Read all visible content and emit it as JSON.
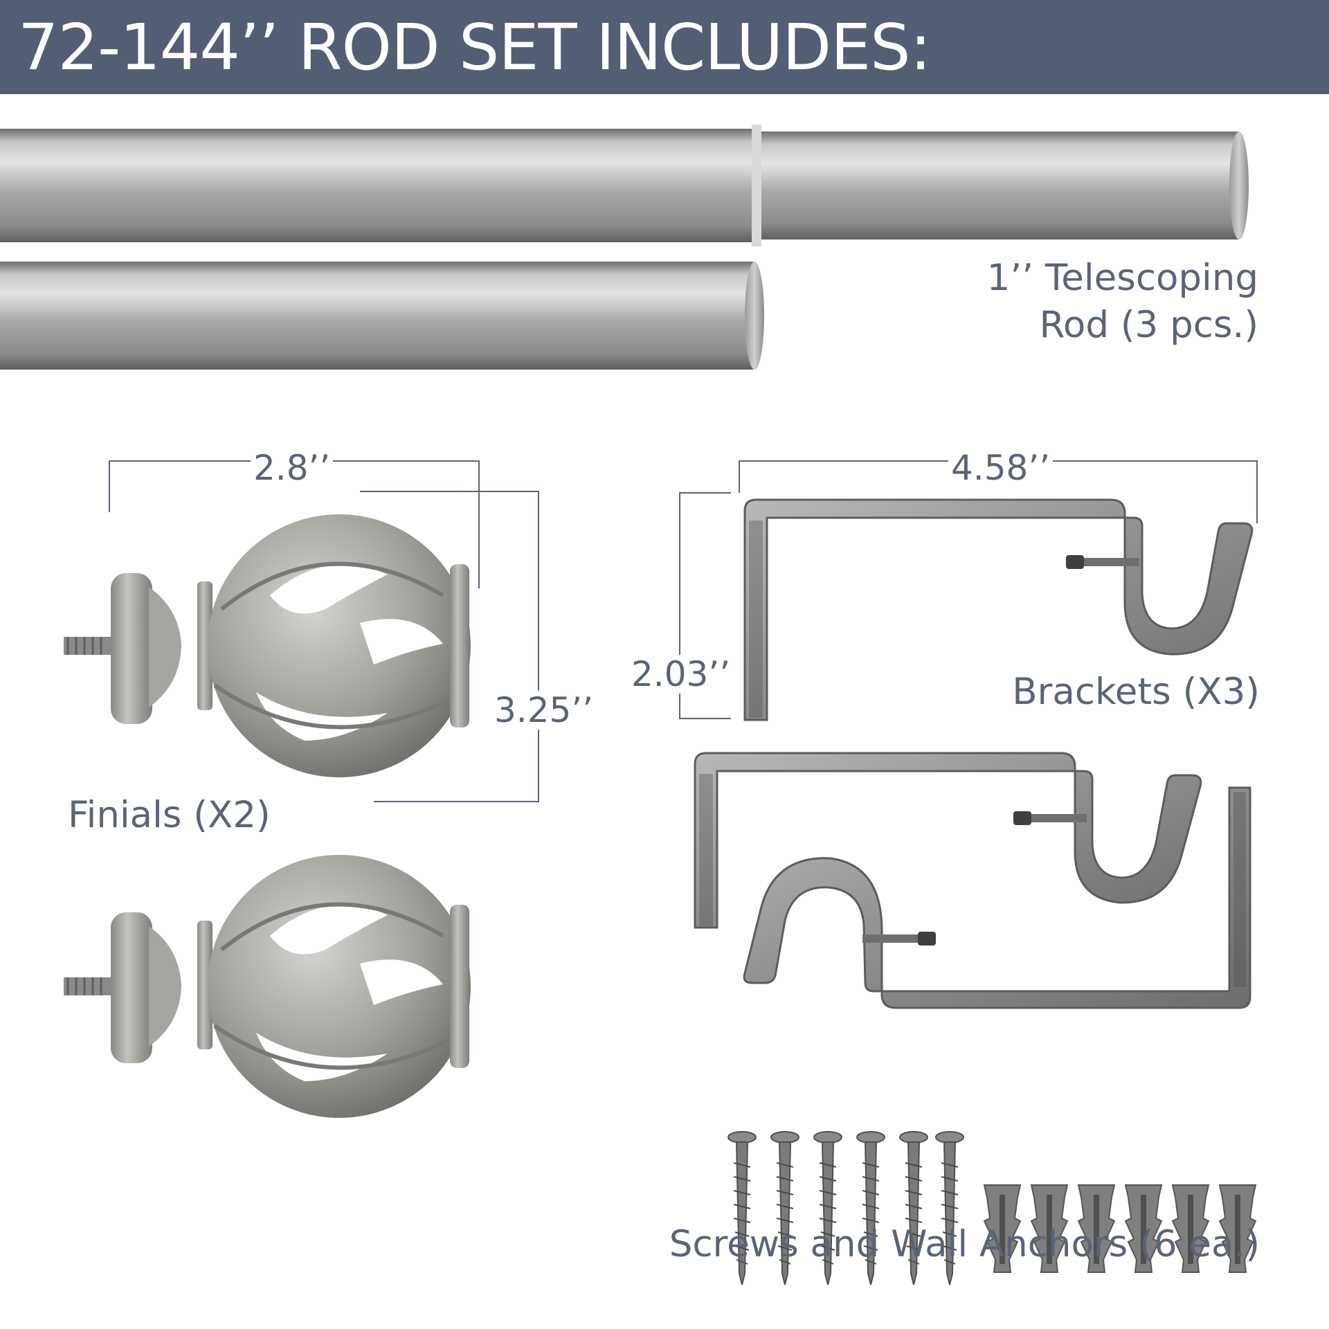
{
  "header": {
    "title": "72-144’’ ROD SET INCLUDES:"
  },
  "items": {
    "rod": {
      "label_line1": "1’’ Telescoping",
      "label_line2": "Rod (3 pcs.)"
    },
    "finials": {
      "label": "Finials (X2)",
      "width": "2.8’’",
      "height": "3.25’’"
    },
    "brackets": {
      "label": "Brackets (X3)",
      "width": "4.58’’",
      "height": "2.03’’"
    },
    "hardware": {
      "label": "Screws and Wall Anchors (6 ea.)"
    }
  },
  "colors": {
    "banner": "#535d74",
    "text": "#5a6378",
    "metal": "#a8a8a8",
    "background": "#ffffff"
  }
}
